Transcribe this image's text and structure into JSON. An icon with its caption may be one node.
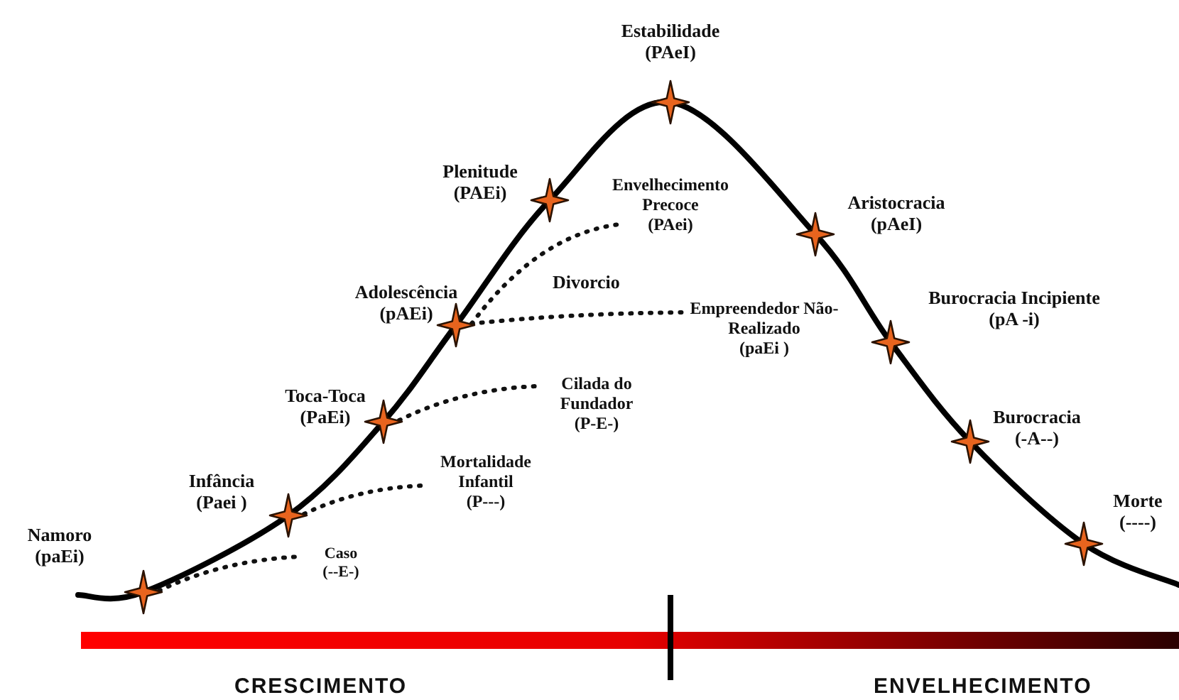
{
  "diagram": {
    "nodes": [
      {
        "text": [
          "Namoro",
          "(paEi)"
        ]
      },
      {
        "text": [
          "Infância",
          "(Paei )"
        ]
      },
      {
        "text": [
          "Toca-Toca",
          "(PaEi)"
        ]
      },
      {
        "text": [
          "Adolescência",
          "(pAEi)"
        ]
      },
      {
        "text": [
          "Plenitude",
          "(PAEi)"
        ]
      },
      {
        "text": [
          "Estabilidade",
          "(PAeI)"
        ]
      },
      {
        "text": [
          "Aristocracia",
          "(pAeI)"
        ]
      },
      {
        "text": [
          "Burocracia Incipiente",
          "(pA -i)"
        ]
      },
      {
        "text": [
          "Burocracia",
          "(-A--)"
        ]
      },
      {
        "text": [
          "Morte",
          "(----)"
        ]
      },
      {
        "text": [],
        "shape": "star"
      },
      {
        "text": [],
        "shape": "star"
      },
      {
        "text": [],
        "shape": "star"
      },
      {
        "text": [],
        "shape": "star"
      },
      {
        "text": [],
        "shape": "star"
      },
      {
        "text": [],
        "shape": "star"
      },
      {
        "text": [],
        "shape": "star"
      },
      {
        "text": [],
        "shape": "star"
      },
      {
        "text": [],
        "shape": "star"
      },
      {
        "text": [],
        "shape": "star"
      },
      {
        "text": [
          "Envelhecimento Precoce",
          "(PAei)"
        ]
      },
      {
        "text": [
          "Empreendedor Não-Realizado",
          "(paEi )"
        ]
      },
      {
        "text": [
          "Cilada do Fundador",
          "(P-E-)"
        ]
      },
      {
        "text": [
          "Mortalidade Infantil",
          "(P---)"
        ]
      },
      {
        "text": [
          "Caso",
          "(--E-)"
        ]
      }
    ],
    "edges": [
      {
        "from": 13,
        "to": 20,
        "arrow": "none",
        "style": "dashed"
      },
      {
        "from": 13,
        "to": 21,
        "arrow": "none",
        "style": "dashed"
      },
      {
        "from": 12,
        "to": 22,
        "arrow": "none",
        "style": "dashed"
      },
      {
        "from": 11,
        "to": 23,
        "arrow": "none",
        "style": "dashed"
      },
      {
        "from": 10,
        "to": 24,
        "arrow": "none",
        "style": "dashed"
      }
    ],
    "labels": [
      "Divorcio",
      "CRESCIMENTO",
      "ENVELHECIMENTO"
    ]
  }
}
